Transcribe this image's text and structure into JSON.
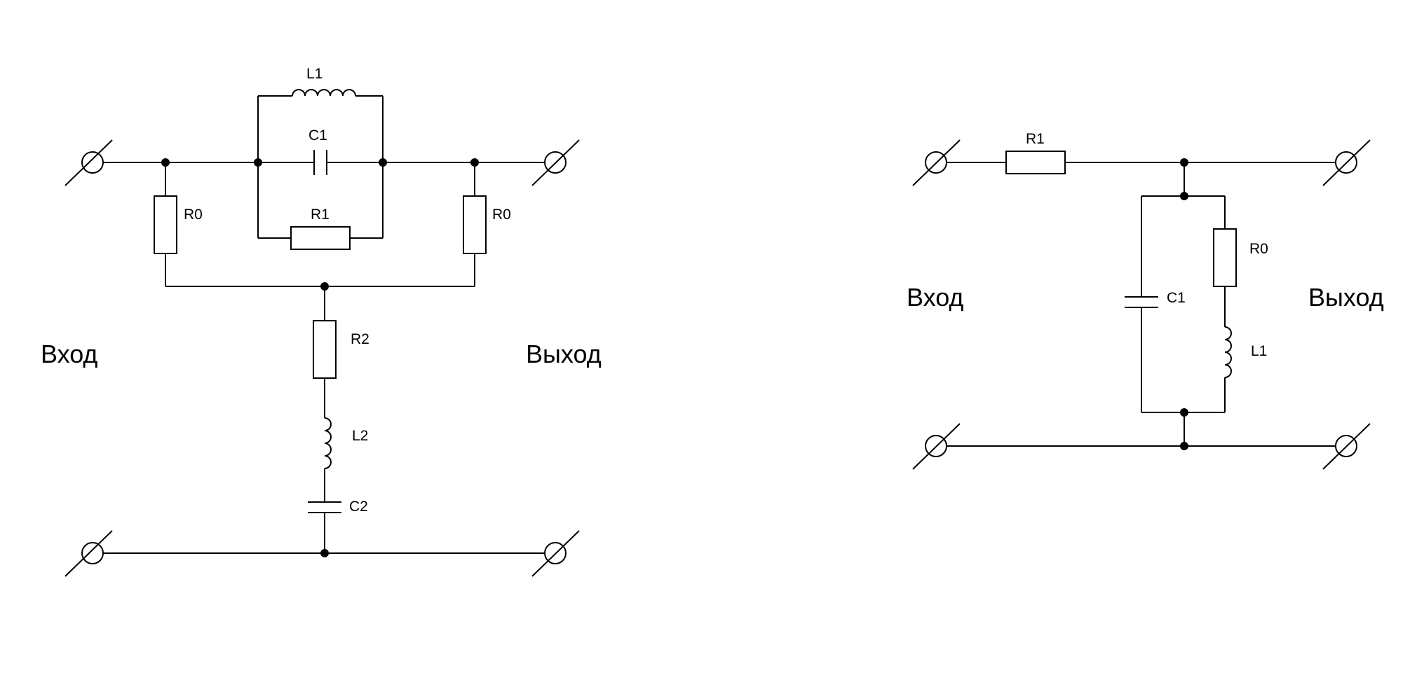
{
  "left_circuit": {
    "input_label": "Вход",
    "output_label": "Выход",
    "components": {
      "L1": "L1",
      "C1": "C1",
      "R1": "R1",
      "R0_left": "R0",
      "R0_right": "R0",
      "R2": "R2",
      "L2": "L2",
      "C2": "C2"
    }
  },
  "right_circuit": {
    "input_label": "Вход",
    "output_label": "Выход",
    "components": {
      "R1": "R1",
      "C1": "C1",
      "R0": "R0",
      "L1": "L1"
    }
  },
  "colors": {
    "line": "#000000",
    "background": "#ffffff"
  }
}
